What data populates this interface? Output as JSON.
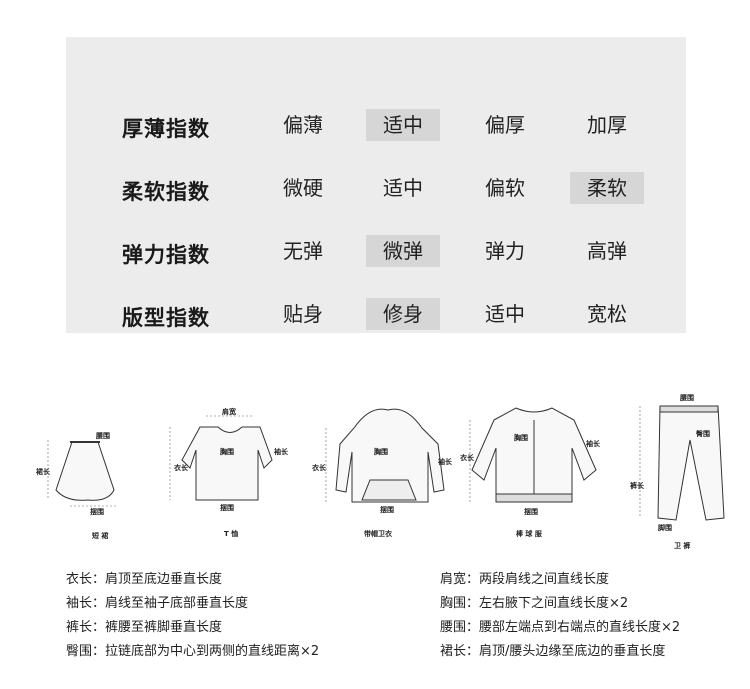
{
  "indices": [
    {
      "label": "厚薄指数",
      "options": [
        "偏薄",
        "适中",
        "偏厚",
        "加厚"
      ],
      "selected": 1
    },
    {
      "label": "柔软指数",
      "options": [
        "微硬",
        "适中",
        "偏软",
        "柔软"
      ],
      "selected": 3
    },
    {
      "label": "弹力指数",
      "options": [
        "无弹",
        "微弹",
        "弹力",
        "高弹"
      ],
      "selected": 1
    },
    {
      "label": "版型指数",
      "options": [
        "贴身",
        "修身",
        "适中",
        "宽松"
      ],
      "selected": 1
    }
  ],
  "figures": {
    "skirt": {
      "title": "短 裙",
      "waist": "腰围",
      "length": "裙长",
      "hem": "摆围"
    },
    "tshirt": {
      "title": "T 恤",
      "shoulder": "肩宽",
      "chest": "胸围",
      "length": "衣长",
      "sleeve": "袖长",
      "hem": "摆围"
    },
    "hoodie": {
      "title": "带帽卫衣",
      "chest": "胸围",
      "length": "衣长",
      "sleeve": "袖长",
      "hem": "摆围"
    },
    "baseball": {
      "title": "棒 球 服",
      "chest": "胸围",
      "length": "衣长",
      "sleeve": "袖长",
      "hem": "摆围"
    },
    "pants": {
      "title": "卫 裤",
      "waist": "腰围",
      "hip": "臀围",
      "length": "裤长",
      "foot": "脚围"
    }
  },
  "definitions_left": [
    "衣长：肩顶至底边垂直长度",
    "袖长：肩线至袖子底部垂直长度",
    "裤长：裤腰至裤脚垂直长度",
    "臀围：拉链底部为中心到两侧的直线距离×2"
  ],
  "definitions_right": [
    "肩宽：两段肩线之间直线长度",
    "胸围：左右腋下之间直线长度×2",
    "腰围：腰部左端点到右端点的直线长度×2",
    "裙长：肩顶/腰头边缘至底边的垂直长度"
  ]
}
